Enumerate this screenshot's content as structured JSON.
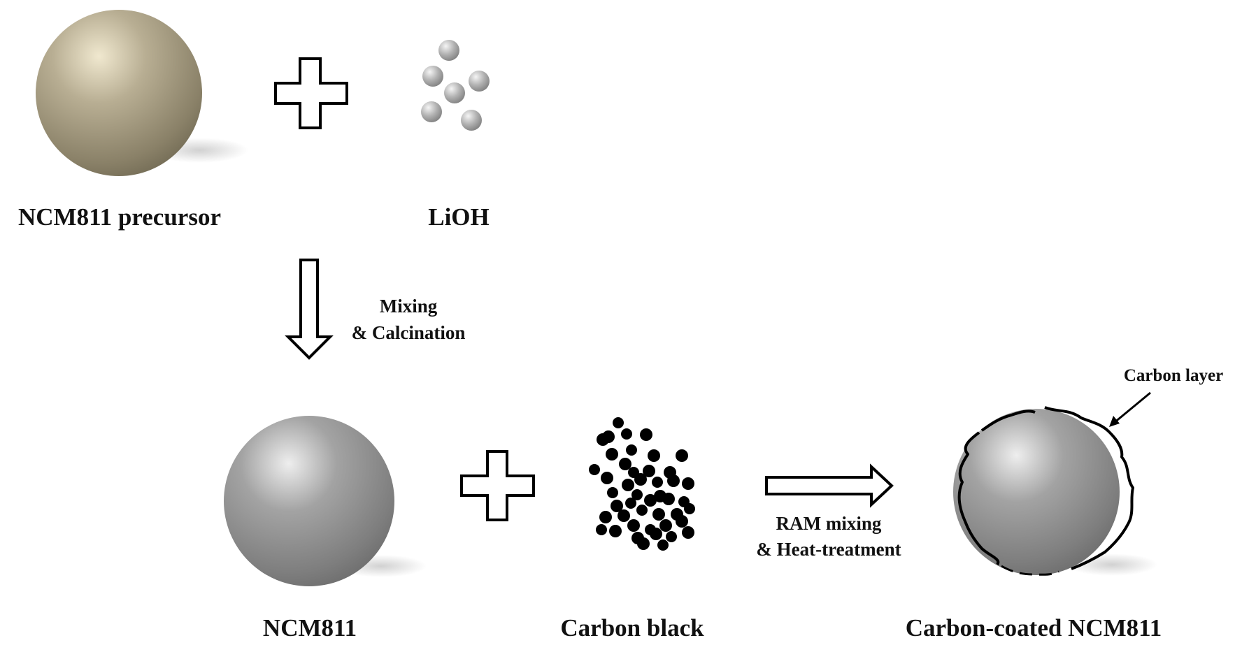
{
  "labels": {
    "precursor": "NCM811 precursor",
    "lioh": "LiOH",
    "ncm811": "NCM811",
    "carbon_black": "Carbon black",
    "coated": "Carbon-coated NCM811",
    "carbon_layer": "Carbon layer"
  },
  "steps": {
    "step1_line1": "Mixing",
    "step1_line2": "& Calcination",
    "step2_line1": "RAM mixing",
    "step2_line2": "& Heat-treatment"
  },
  "colors": {
    "precursor_sphere": "#a49a80",
    "ncm_sphere": "#8a8a8a",
    "lioh_particle": "#a8a8a8",
    "carbon_particle": "#000000",
    "outline": "#000000"
  }
}
